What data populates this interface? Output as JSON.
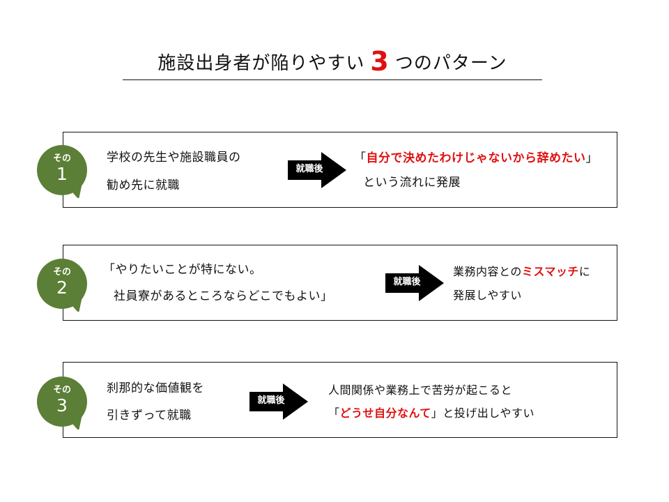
{
  "title": {
    "before": "施設出身者が陥りやすい",
    "number": "3",
    "after": "つのパターン"
  },
  "arrow_label": "就職後",
  "badge_label": "その",
  "colors": {
    "badge_green": "#5b7f36",
    "accent_red": "#e01010",
    "arrow_black": "#000000"
  },
  "patterns": [
    {
      "number": "1",
      "cause": [
        "学校の先生や施設職員の",
        "勧め先に就職"
      ],
      "result_line1": {
        "pre": "「",
        "red": "自分で決めたわけじゃないから辞めたい",
        "post": "」"
      },
      "result_line2": "という流れに発展"
    },
    {
      "number": "2",
      "cause": [
        "「やりたいことが特にない。",
        "社員寮があるところならどこでもよい」"
      ],
      "result_line1": {
        "pre": "業務内容との",
        "red": "ミスマッチ",
        "post": "に"
      },
      "result_line2": "発展しやすい"
    },
    {
      "number": "3",
      "cause": [
        "刹那的な価値観を",
        "引きずって就職"
      ],
      "result_line1_plain": "人間関係や業務上で苦労が起こると",
      "result_line2_parts": {
        "pre": "「",
        "red": "どうせ自分なんて",
        "post": "」と投げ出しやすい"
      }
    }
  ]
}
